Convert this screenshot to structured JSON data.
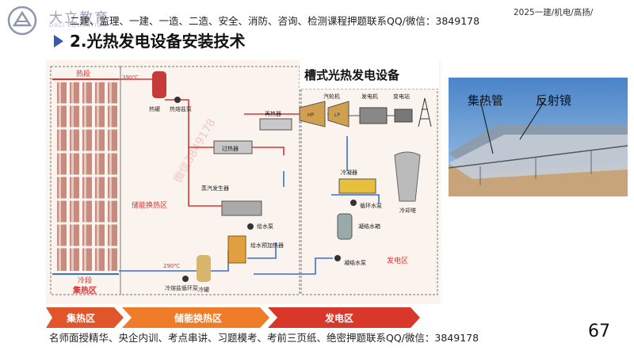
{
  "header": {
    "brand": "大立教育",
    "brand_sub": "DALI EDUCATION",
    "top_line": "二建、监理、一建、一造、二造、安全、消防、咨询、检测课程押题联系QQ/微信：3849178",
    "tagline": "2025一建/机电/高扬/",
    "title": "2.光热发电设备安装技术"
  },
  "diagram": {
    "heading": "槽式光热发电设备",
    "hot_field": "热段",
    "cold_field": "冷段",
    "collector_zone": "集热区",
    "storage_zone": "储能换热区",
    "power_zone": "发电区",
    "temp_hot": "390℃",
    "temp_cold": "290℃",
    "hot_tank": "热罐",
    "hot_salt_pump": "热熔盐泵",
    "cold_tank": "冷罐",
    "cold_salt_pump": "冷熔盐循环泵",
    "reheater": "再热器",
    "superheater": "过热器",
    "steam_generator": "蒸汽发生器",
    "feed_pump": "给水泵",
    "feed_heater": "给水预加热器",
    "turbine": "汽轮机",
    "generator": "发电机",
    "transformer": "变电站",
    "condenser": "冷凝器",
    "circ_pump": "循环水泵",
    "cooling_tower": "冷却塔",
    "condensate_tank": "凝结水箱",
    "condensate_pump": "凝结水泵",
    "turbine_hp": "HP",
    "turbine_lp": "LP",
    "band_collector": "集热区",
    "band_storage": "储能换热区",
    "band_power": "发电区"
  },
  "photo": {
    "label_tube": "集热管",
    "label_mirror": "反射镜"
  },
  "watermark": "微信3849178",
  "footer": {
    "bottom_line": "名师面授精华、央企内训、考点串讲、习题模考、考前三页纸、绝密押题联系QQ/微信：3849178",
    "page_number": "67"
  }
}
